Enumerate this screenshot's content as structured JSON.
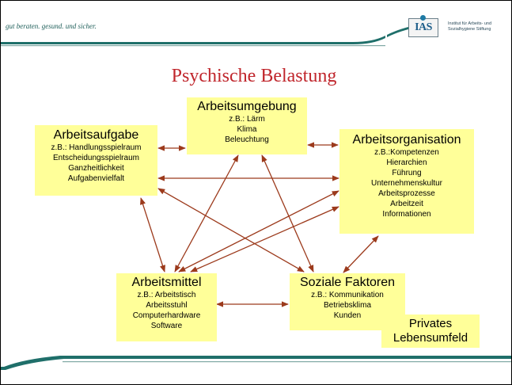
{
  "header": {
    "tagline": "gut beraten. gesund. und sicher.",
    "logo_text": "IAS",
    "institute_lines": [
      "Institut für Arbeits- und",
      "Sozialhygiene Stiftung"
    ]
  },
  "title": "Psychische Belastung",
  "boxes": {
    "arbeitsumgebung": {
      "title": "Arbeitsumgebung",
      "lines": [
        "z.B.: Lärm",
        "Klima",
        "Beleuchtung"
      ]
    },
    "arbeitsaufgabe": {
      "title": "Arbeitsaufgabe",
      "lines": [
        "z.B.: Handlungsspielraum",
        "Entscheidungsspielraum",
        "Ganzheitlichkeit",
        "Aufgabenvielfalt"
      ]
    },
    "arbeitsorganisation": {
      "title": "Arbeitsorganisation",
      "lines": [
        "z.B.:Kompetenzen",
        "Hierarchien",
        "Führung",
        "Unternehmenskultur",
        "Arbeitsprozesse",
        "Arbeitzeit",
        "Informationen"
      ]
    },
    "arbeitsmittel": {
      "title": "Arbeitsmittel",
      "lines": [
        "z.B.: Arbeitstisch",
        "Arbeitsstuhl",
        "Computerhardware",
        "Software"
      ]
    },
    "soziale_faktoren": {
      "title": "Soziale Faktoren",
      "lines": [
        "z.B.: Kommunikation",
        "Betriebsklima",
        "Kunden"
      ]
    },
    "privates": {
      "title_lines": [
        "Privates",
        "Lebensumfeld"
      ]
    }
  },
  "colors": {
    "box_fill": "#ffff99",
    "arrow": "#9c3a1c",
    "title": "#c0262c",
    "teal_band": "#1f6f6a"
  }
}
